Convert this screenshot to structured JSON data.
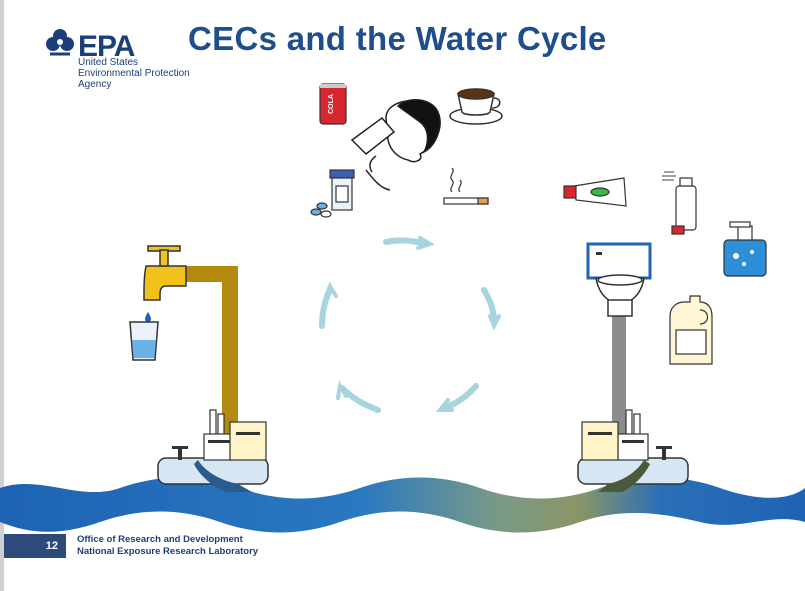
{
  "header": {
    "logo": "EPA",
    "agency_line1": "United States",
    "agency_line2": "Environmental Protection",
    "agency_line3": "Agency",
    "title": "CECs and the Water Cycle"
  },
  "footer": {
    "slide_number": "12",
    "line1": "Office of Research and Development",
    "line2": "National Exposure Research Laboratory"
  },
  "labels": {
    "cola_can": "COLA"
  },
  "colors": {
    "title": "#1f4e8c",
    "pipe_clean": "#b48a0e",
    "pipe_waste": "#8c8c8c",
    "water": "#1e6fb8",
    "cycle_arrows": "#a8d4de",
    "footer_box": "#2e4a7a"
  },
  "icons": [
    "epa-flower-icon",
    "cola-can-icon",
    "person-drinking-icon",
    "coffee-cup-icon",
    "pill-bottle-icon",
    "cigarette-icon",
    "faucet-icon",
    "water-glass-icon",
    "treatment-plant-icon",
    "toilet-icon",
    "toothpaste-icon",
    "spray-can-icon",
    "soap-dispenser-icon",
    "bleach-jug-icon",
    "cycle-arrows-icon",
    "water-wave-icon"
  ]
}
